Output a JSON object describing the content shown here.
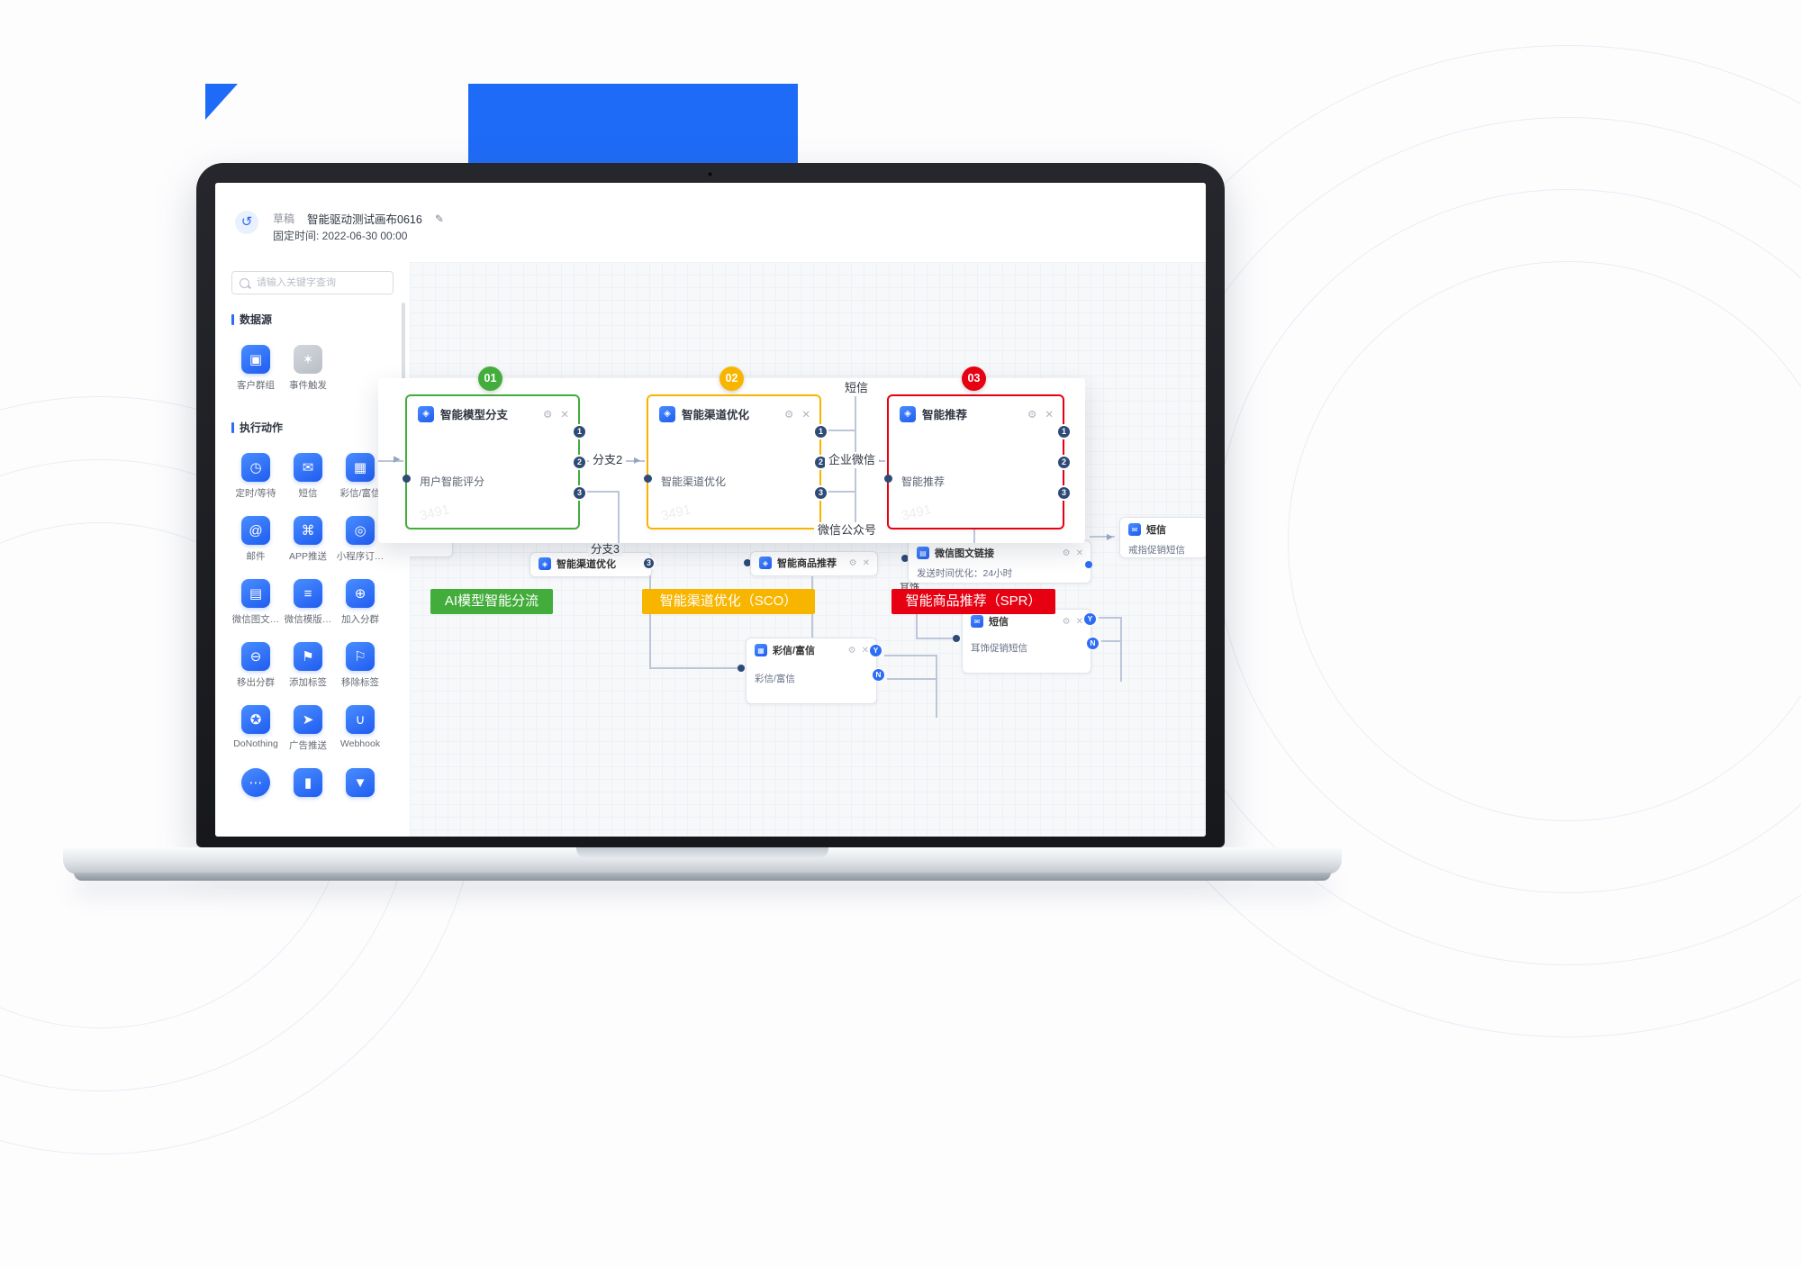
{
  "colors": {
    "accent_blue": "#2d6cf5",
    "green": "#43ad3c",
    "yellow": "#f8b500",
    "red": "#e60012"
  },
  "header": {
    "back_icon": "↺",
    "draft_label": "草稿",
    "title": "智能驱动测试画布0616",
    "edit_icon": "✎",
    "fixed_time": "固定时间: 2022-06-30 00:00"
  },
  "sidebar": {
    "search_placeholder": "请输入关键字查询",
    "sections": {
      "datasource": "数据源",
      "actions": "执行动作"
    },
    "datasource_items": [
      {
        "label": "客户群组",
        "icon": "▣"
      },
      {
        "label": "事件触发",
        "icon": "✶"
      }
    ],
    "action_items": [
      {
        "label": "定时/等待",
        "icon": "◷"
      },
      {
        "label": "短信",
        "icon": "✉"
      },
      {
        "label": "彩信/富信",
        "icon": "▦"
      },
      {
        "label": "邮件",
        "icon": "@"
      },
      {
        "label": "APP推送",
        "icon": "⌘"
      },
      {
        "label": "小程序订…",
        "icon": "◎"
      },
      {
        "label": "微信图文…",
        "icon": "▤"
      },
      {
        "label": "微信模版…",
        "icon": "≡"
      },
      {
        "label": "加入分群",
        "icon": "⊕"
      },
      {
        "label": "移出分群",
        "icon": "⊖"
      },
      {
        "label": "添加标签",
        "icon": "⚑"
      },
      {
        "label": "移除标签",
        "icon": "⚐"
      },
      {
        "label": "DoNothing",
        "icon": "✪"
      },
      {
        "label": "广告推送",
        "icon": "➤"
      },
      {
        "label": "Webhook",
        "icon": "∪"
      },
      {
        "label": "",
        "icon": "⋯"
      },
      {
        "label": "",
        "icon": "▮"
      },
      {
        "label": "",
        "icon": "▼"
      }
    ]
  },
  "node_icons": {
    "gear": "⚙",
    "trash": "✕"
  },
  "ports": [
    "1",
    "2",
    "3"
  ],
  "yn": {
    "y": "Y",
    "n": "N"
  },
  "overlay": {
    "badges": [
      "01",
      "02",
      "03"
    ],
    "cards": [
      {
        "icon": "◈",
        "title": "智能模型分支",
        "body": "用户智能评分",
        "watermark": "3491"
      },
      {
        "icon": "◈",
        "title": "智能渠道优化",
        "body": "智能渠道优化",
        "watermark": "3491"
      },
      {
        "icon": "◈",
        "title": "智能推荐",
        "body": "智能推荐",
        "watermark": "3491"
      }
    ],
    "labels": {
      "branch2": "分支2",
      "sms": "短信",
      "wecom": "企业微信",
      "wechat_official": "微信公众号"
    },
    "captions": [
      "AI模型智能分流",
      "智能渠道优化（SCO）",
      "智能商品推荐（SPR）"
    ]
  },
  "canvas": {
    "branch3": "分支3",
    "earring": "耳饰",
    "port3": "3",
    "mini_nodes": [
      {
        "icon": "◈",
        "title": "智能渠道优化"
      },
      {
        "icon": "◈",
        "title": "智能商品推荐"
      }
    ],
    "wechat_link": {
      "icon": "▤",
      "title": "微信图文链接",
      "body": "发送时间优化：24小时"
    },
    "sms_ring": {
      "icon": "✉",
      "title": "短信",
      "body": "戒指促销短信"
    },
    "mms": {
      "icon": "▦",
      "title": "彩信/富信",
      "body": "彩信/富信"
    },
    "sms_earring": {
      "icon": "✉",
      "title": "短信",
      "body": "耳饰促销短信"
    }
  }
}
